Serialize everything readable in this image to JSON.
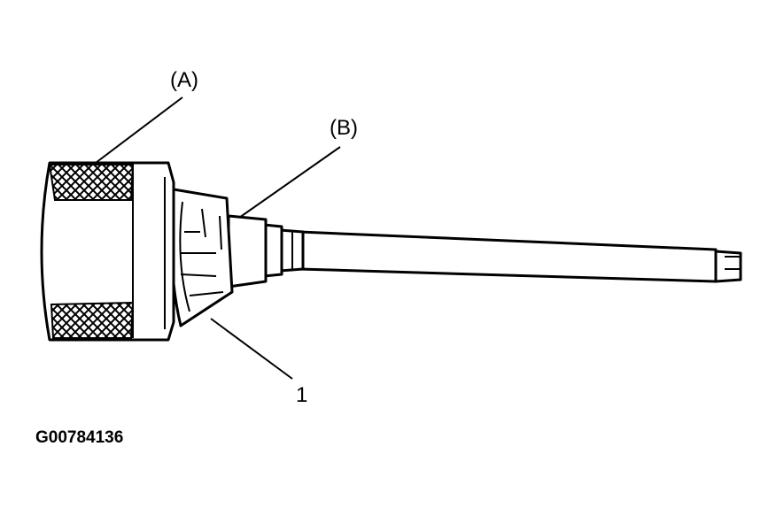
{
  "callouts": {
    "a": "(A)",
    "b": "(B)",
    "one": "1"
  },
  "figure_id": "G00784136",
  "colors": {
    "ink": "#000000",
    "paper": "#ffffff"
  }
}
